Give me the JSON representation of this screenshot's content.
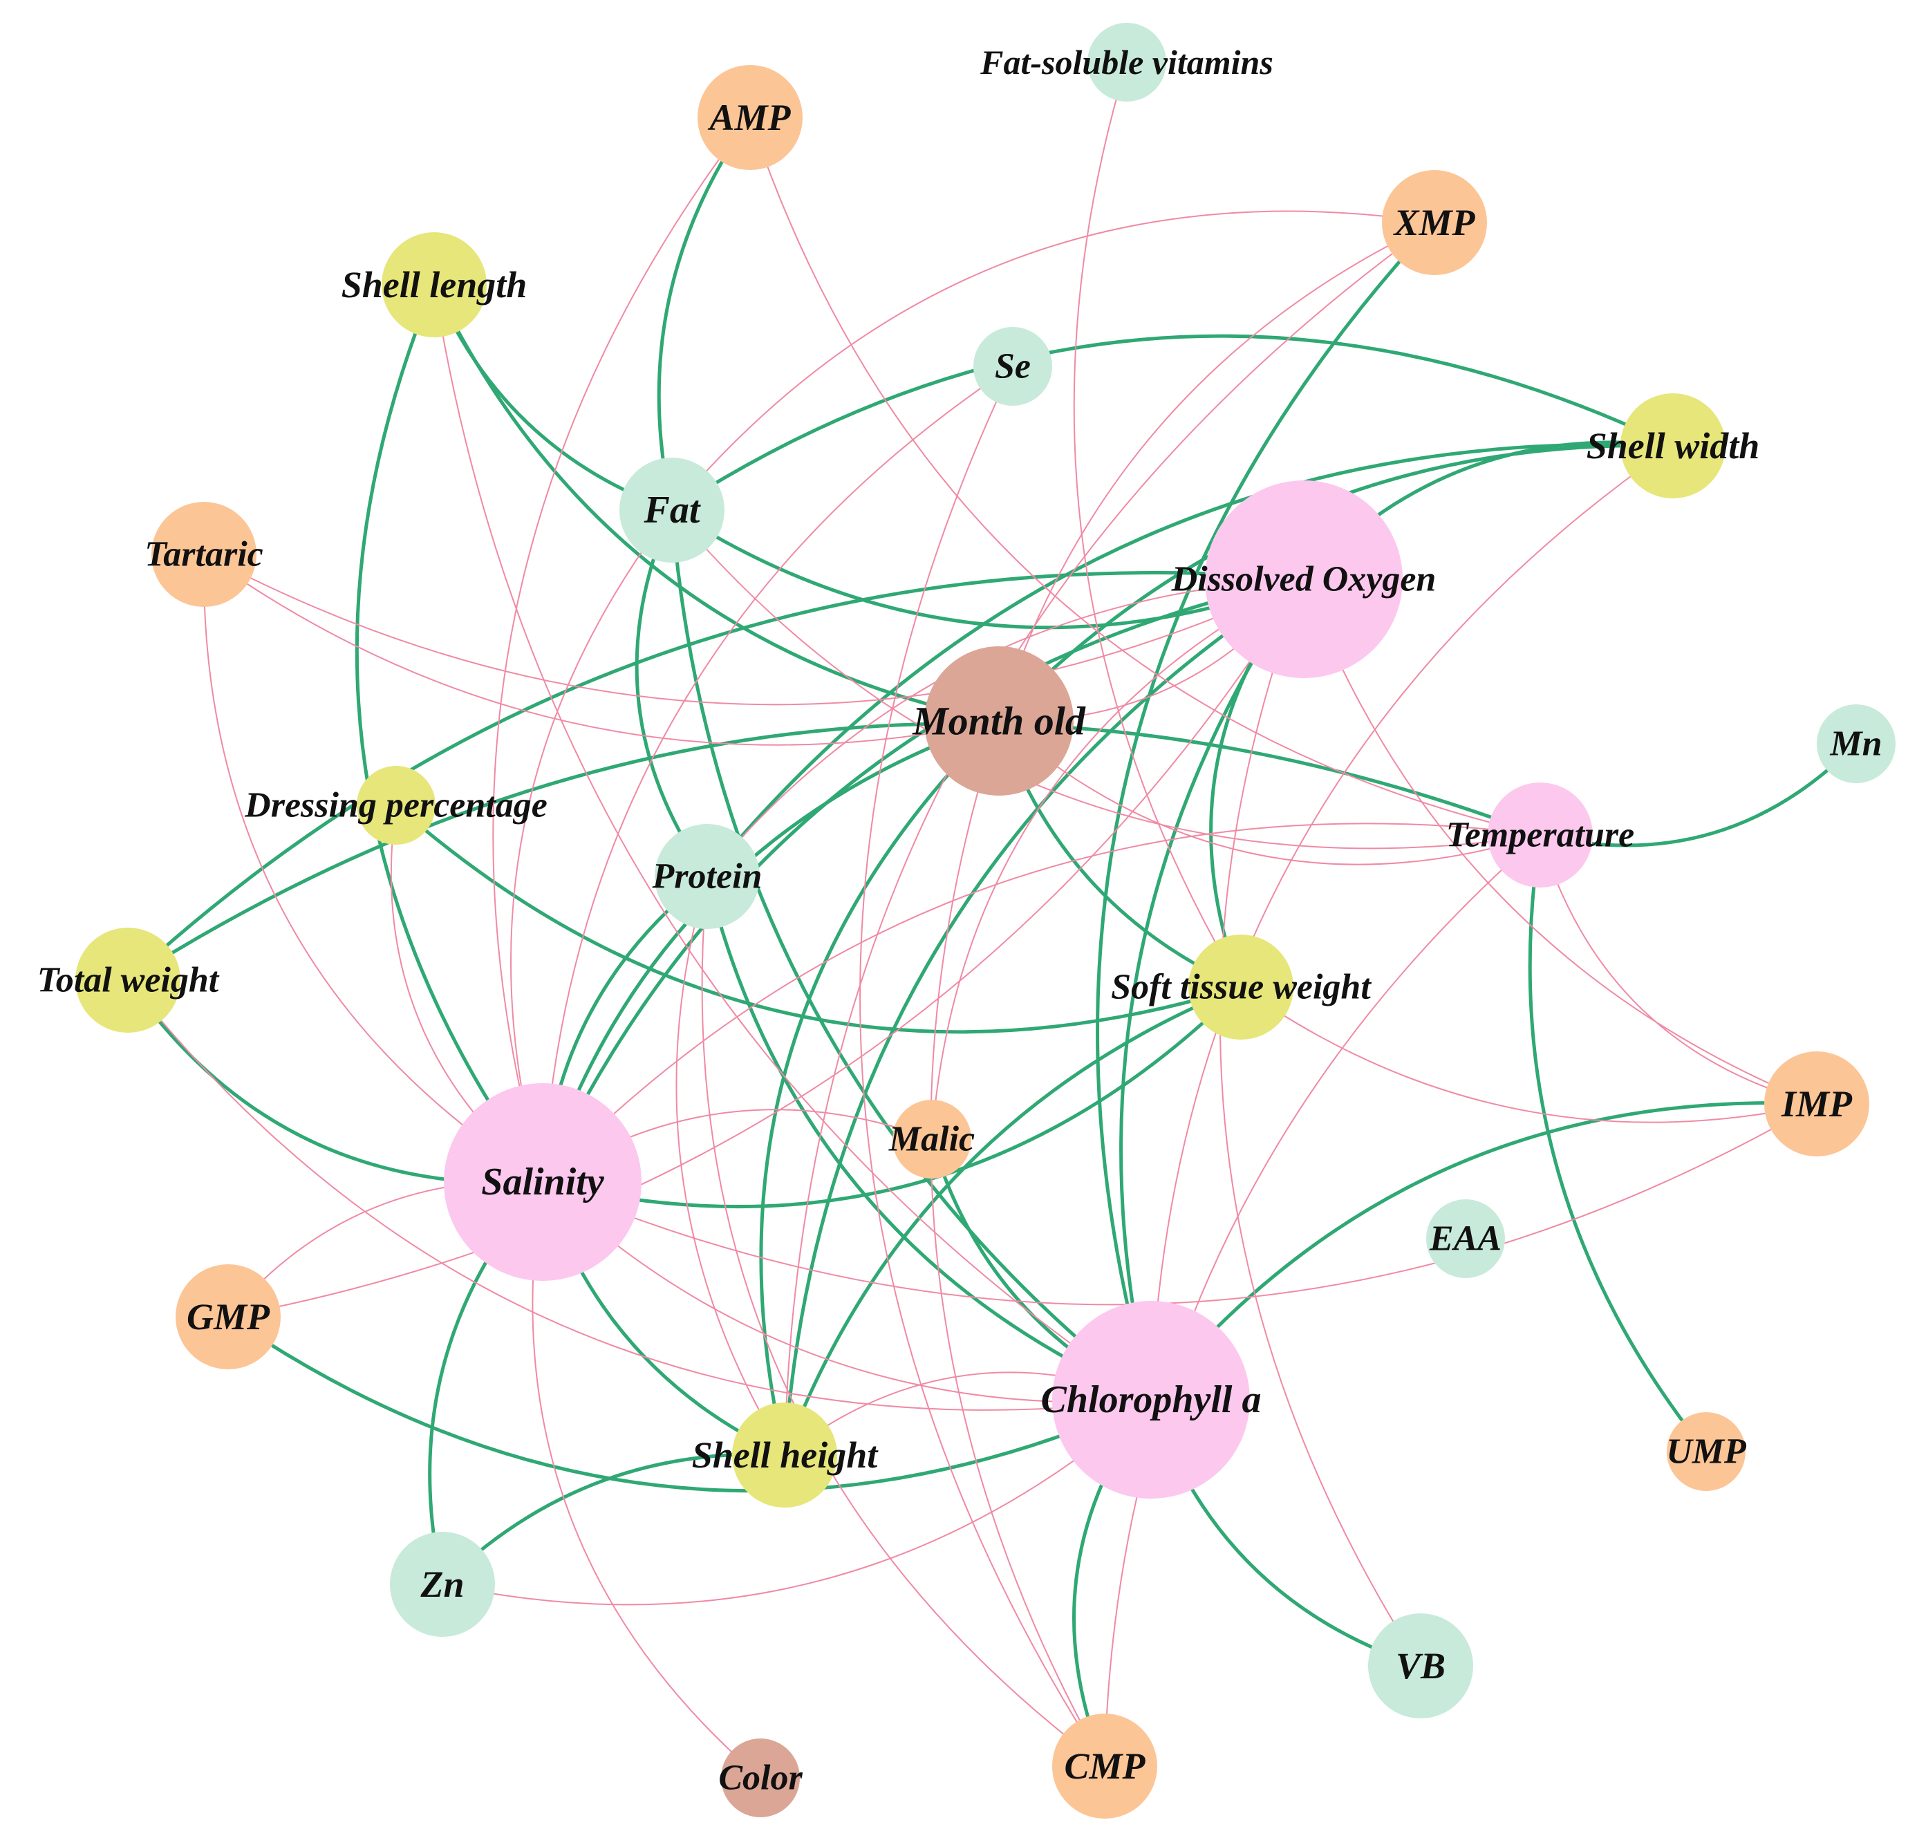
{
  "colors": {
    "environment": "#fcc8ee",
    "growth": "#e6e67a",
    "nutrient": "#c8eadb",
    "flavor": "#fcc596",
    "age_color": "#dba696",
    "positive_edge": "#2fa874",
    "negative_edge": "#f08aa4"
  },
  "nodes": [
    {
      "id": "dissolved-oxygen",
      "label": "Dissolved Oxygen",
      "group": "environment",
      "size": "xl"
    },
    {
      "id": "salinity",
      "label": "Salinity",
      "group": "environment",
      "size": "xl"
    },
    {
      "id": "chlorophyll-a",
      "label": "Chlorophyll a",
      "group": "environment",
      "size": "xl"
    },
    {
      "id": "temperature",
      "label": "Temperature",
      "group": "environment",
      "size": "m"
    },
    {
      "id": "month-old",
      "label": "Month old",
      "group": "age_color",
      "size": "l"
    },
    {
      "id": "color",
      "label": "Color",
      "group": "age_color",
      "size": "s"
    },
    {
      "id": "shell-length",
      "label": "Shell length",
      "group": "growth",
      "size": "m"
    },
    {
      "id": "shell-width",
      "label": "Shell width",
      "group": "growth",
      "size": "m"
    },
    {
      "id": "shell-height",
      "label": "Shell height",
      "group": "growth",
      "size": "m"
    },
    {
      "id": "total-weight",
      "label": "Total weight",
      "group": "growth",
      "size": "m"
    },
    {
      "id": "soft-tissue-weight",
      "label": "Soft tissue weight",
      "group": "growth",
      "size": "m"
    },
    {
      "id": "dressing-percentage",
      "label": "Dressing percentage",
      "group": "growth",
      "size": "s"
    },
    {
      "id": "fat",
      "label": "Fat",
      "group": "nutrient",
      "size": "m"
    },
    {
      "id": "protein",
      "label": "Protein",
      "group": "nutrient",
      "size": "m"
    },
    {
      "id": "se",
      "label": "Se",
      "group": "nutrient",
      "size": "s"
    },
    {
      "id": "mn",
      "label": "Mn",
      "group": "nutrient",
      "size": "s"
    },
    {
      "id": "zn",
      "label": "Zn",
      "group": "nutrient",
      "size": "m"
    },
    {
      "id": "vb",
      "label": "VB",
      "group": "nutrient",
      "size": "m"
    },
    {
      "id": "eaa",
      "label": "EAA",
      "group": "nutrient",
      "size": "s"
    },
    {
      "id": "fat-soluble-vitamins",
      "label": "Fat-soluble vitamins",
      "group": "nutrient",
      "size": "s"
    },
    {
      "id": "amp",
      "label": "AMP",
      "group": "flavor",
      "size": "m"
    },
    {
      "id": "xmp",
      "label": "XMP",
      "group": "flavor",
      "size": "m"
    },
    {
      "id": "imp",
      "label": "IMP",
      "group": "flavor",
      "size": "m"
    },
    {
      "id": "gmp",
      "label": "GMP",
      "group": "flavor",
      "size": "m"
    },
    {
      "id": "ump",
      "label": "UMP",
      "group": "flavor",
      "size": "s"
    },
    {
      "id": "cmp",
      "label": "CMP",
      "group": "flavor",
      "size": "m"
    },
    {
      "id": "tartaric",
      "label": "Tartaric",
      "group": "flavor",
      "size": "m"
    },
    {
      "id": "malic",
      "label": "Malic",
      "group": "flavor",
      "size": "s"
    }
  ],
  "edges": [
    {
      "source": "shell-length",
      "target": "fat",
      "sign": "positive"
    },
    {
      "source": "shell-length",
      "target": "month-old",
      "sign": "positive"
    },
    {
      "source": "shell-length",
      "target": "salinity",
      "sign": "positive"
    },
    {
      "source": "amp",
      "target": "fat",
      "sign": "positive"
    },
    {
      "source": "fat",
      "target": "dissolved-oxygen",
      "sign": "positive"
    },
    {
      "source": "fat",
      "target": "protein",
      "sign": "positive"
    },
    {
      "source": "fat",
      "target": "chlorophyll-a",
      "sign": "positive"
    },
    {
      "source": "shell-width",
      "target": "dissolved-oxygen",
      "sign": "positive"
    },
    {
      "source": "shell-width",
      "target": "fat",
      "sign": "positive"
    },
    {
      "source": "shell-width",
      "target": "month-old",
      "sign": "positive"
    },
    {
      "source": "shell-width",
      "target": "protein",
      "sign": "positive"
    },
    {
      "source": "xmp",
      "target": "chlorophyll-a",
      "sign": "positive"
    },
    {
      "source": "month-old",
      "target": "soft-tissue-weight",
      "sign": "positive"
    },
    {
      "source": "month-old",
      "target": "salinity",
      "sign": "positive"
    },
    {
      "source": "month-old",
      "target": "shell-height",
      "sign": "positive"
    },
    {
      "source": "dissolved-oxygen",
      "target": "total-weight",
      "sign": "positive"
    },
    {
      "source": "dissolved-oxygen",
      "target": "salinity",
      "sign": "positive"
    },
    {
      "source": "dissolved-oxygen",
      "target": "soft-tissue-weight",
      "sign": "positive"
    },
    {
      "source": "dissolved-oxygen",
      "target": "chlorophyll-a",
      "sign": "positive"
    },
    {
      "source": "dissolved-oxygen",
      "target": "shell-height",
      "sign": "positive"
    },
    {
      "source": "temperature",
      "target": "mn",
      "sign": "positive"
    },
    {
      "source": "temperature",
      "target": "ump",
      "sign": "positive"
    },
    {
      "source": "temperature",
      "target": "total-weight",
      "sign": "positive"
    },
    {
      "source": "dressing-percentage",
      "target": "soft-tissue-weight",
      "sign": "positive"
    },
    {
      "source": "protein",
      "target": "salinity",
      "sign": "positive"
    },
    {
      "source": "protein",
      "target": "chlorophyll-a",
      "sign": "positive"
    },
    {
      "source": "total-weight",
      "target": "salinity",
      "sign": "positive"
    },
    {
      "source": "salinity",
      "target": "shell-height",
      "sign": "positive"
    },
    {
      "source": "salinity",
      "target": "zn",
      "sign": "positive"
    },
    {
      "source": "salinity",
      "target": "soft-tissue-weight",
      "sign": "positive"
    },
    {
      "source": "soft-tissue-weight",
      "target": "shell-height",
      "sign": "positive"
    },
    {
      "source": "imp",
      "target": "chlorophyll-a",
      "sign": "positive"
    },
    {
      "source": "gmp",
      "target": "chlorophyll-a",
      "sign": "positive"
    },
    {
      "source": "malic",
      "target": "chlorophyll-a",
      "sign": "positive"
    },
    {
      "source": "chlorophyll-a",
      "target": "vb",
      "sign": "positive"
    },
    {
      "source": "chlorophyll-a",
      "target": "cmp",
      "sign": "positive"
    },
    {
      "source": "shell-height",
      "target": "zn",
      "sign": "positive"
    },
    {
      "source": "amp",
      "target": "salinity",
      "sign": "negative"
    },
    {
      "source": "amp",
      "target": "temperature",
      "sign": "negative"
    },
    {
      "source": "xmp",
      "target": "month-old",
      "sign": "negative"
    },
    {
      "source": "xmp",
      "target": "shell-height",
      "sign": "negative"
    },
    {
      "source": "xmp",
      "target": "fat",
      "sign": "negative"
    },
    {
      "source": "fat-soluble-vitamins",
      "target": "soft-tissue-weight",
      "sign": "negative"
    },
    {
      "source": "se",
      "target": "salinity",
      "sign": "negative"
    },
    {
      "source": "se",
      "target": "cmp",
      "sign": "negative"
    },
    {
      "source": "tartaric",
      "target": "month-old",
      "sign": "negative"
    },
    {
      "source": "tartaric",
      "target": "dissolved-oxygen",
      "sign": "negative"
    },
    {
      "source": "tartaric",
      "target": "salinity",
      "sign": "negative"
    },
    {
      "source": "shell-length",
      "target": "chlorophyll-a",
      "sign": "negative"
    },
    {
      "source": "fat",
      "target": "salinity",
      "sign": "negative"
    },
    {
      "source": "fat",
      "target": "temperature",
      "sign": "negative"
    },
    {
      "source": "month-old",
      "target": "cmp",
      "sign": "negative"
    },
    {
      "source": "month-old",
      "target": "dissolved-oxygen",
      "sign": "negative"
    },
    {
      "source": "month-old",
      "target": "temperature",
      "sign": "negative"
    },
    {
      "source": "dissolved-oxygen",
      "target": "imp",
      "sign": "negative"
    },
    {
      "source": "dissolved-oxygen",
      "target": "vb",
      "sign": "negative"
    },
    {
      "source": "dissolved-oxygen",
      "target": "malic",
      "sign": "negative"
    },
    {
      "source": "dissolved-oxygen",
      "target": "protein",
      "sign": "negative"
    },
    {
      "source": "shell-width",
      "target": "chlorophyll-a",
      "sign": "negative"
    },
    {
      "source": "temperature",
      "target": "imp",
      "sign": "negative"
    },
    {
      "source": "temperature",
      "target": "cmp",
      "sign": "negative"
    },
    {
      "source": "temperature",
      "target": "salinity",
      "sign": "negative"
    },
    {
      "source": "protein",
      "target": "cmp",
      "sign": "negative"
    },
    {
      "source": "protein",
      "target": "shell-height",
      "sign": "negative"
    },
    {
      "source": "salinity",
      "target": "gmp",
      "sign": "negative"
    },
    {
      "source": "salinity",
      "target": "color",
      "sign": "negative"
    },
    {
      "source": "salinity",
      "target": "chlorophyll-a",
      "sign": "negative"
    },
    {
      "source": "salinity",
      "target": "imp",
      "sign": "negative"
    },
    {
      "source": "total-weight",
      "target": "chlorophyll-a",
      "sign": "negative"
    },
    {
      "source": "gmp",
      "target": "dissolved-oxygen",
      "sign": "negative"
    },
    {
      "source": "zn",
      "target": "chlorophyll-a",
      "sign": "negative"
    },
    {
      "source": "dressing-percentage",
      "target": "salinity",
      "sign": "negative"
    },
    {
      "source": "soft-tissue-weight",
      "target": "imp",
      "sign": "negative"
    },
    {
      "source": "malic",
      "target": "salinity",
      "sign": "negative"
    },
    {
      "source": "chlorophyll-a",
      "target": "shell-height",
      "sign": "negative"
    }
  ]
}
